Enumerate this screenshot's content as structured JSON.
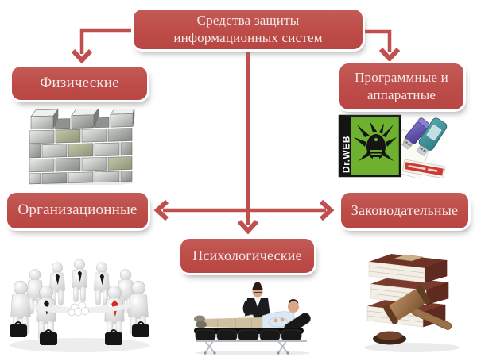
{
  "colors": {
    "accent": "#c0504d",
    "node_text": "#f3eae9",
    "background": "#ffffff",
    "drweb_green": "#6db12e"
  },
  "diagram": {
    "title": {
      "line1": "Средства защиты",
      "line2": "информационных систем"
    },
    "nodes": {
      "physical": {
        "label": "Физические"
      },
      "software_hardware": {
        "line1": "Программные и",
        "line2": "аппаратные"
      },
      "organizational": {
        "label": "Организационные"
      },
      "legislative": {
        "label": "Законодательные"
      },
      "psychological": {
        "label": "Психологические"
      }
    },
    "illustrations": {
      "physical": "brick-wall-defender",
      "software_hardware": "drweb-antivirus-box-usb-flash-drives",
      "organizational": "white-3d-business-team-joining-hands",
      "legislative": "stack-of-law-books-with-gavel",
      "psychological": "psychologist-session-patient-on-couch"
    },
    "drweb_label": "Dr.WEB"
  }
}
